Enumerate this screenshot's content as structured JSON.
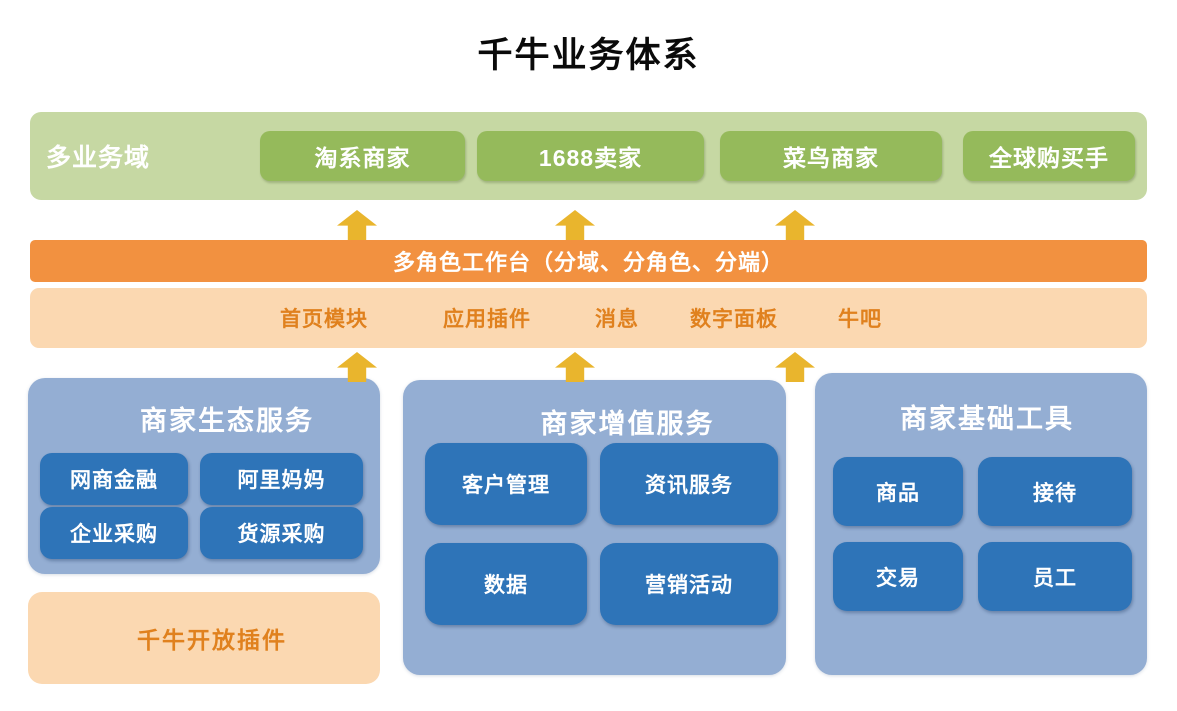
{
  "title": "千牛业务体系",
  "colors": {
    "light_green": "#c6d8a3",
    "green": "#95ba5b",
    "orange": "#f29140",
    "peach": "#fbd8b1",
    "orange_text": "#e0811e",
    "panel_blue": "#94aed3",
    "button_blue": "#2e74b8",
    "arrow_gold": "#e9b52d"
  },
  "domains": {
    "label": "多业务域",
    "items": [
      "淘系商家",
      "1688卖家",
      "菜鸟商家",
      "全球购买手"
    ]
  },
  "workbench": {
    "bar_title": "多角色工作台（分域、分角色、分端）",
    "modules": [
      "首页模块",
      "应用插件",
      "消息",
      "数字面板",
      "牛吧"
    ]
  },
  "panels": [
    {
      "title": "商家生态服务",
      "items": [
        "网商金融",
        "阿里妈妈",
        "企业采购",
        "货源采购"
      ]
    },
    {
      "title": "商家增值服务",
      "items": [
        "客户管理",
        "资讯服务",
        "数据",
        "营销活动"
      ]
    },
    {
      "title": "商家基础工具",
      "items": [
        "商品",
        "接待",
        "交易",
        "员工"
      ]
    }
  ],
  "plugin_box": {
    "label": "千牛开放插件"
  }
}
